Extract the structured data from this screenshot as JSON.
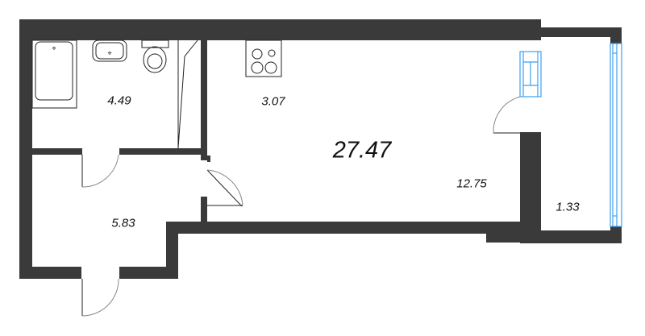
{
  "plan": {
    "total_area": "27.47",
    "rooms": [
      {
        "name": "bathroom",
        "area": "4.49"
      },
      {
        "name": "kitchen-zone",
        "area": "3.07"
      },
      {
        "name": "living-room",
        "area": "12.75"
      },
      {
        "name": "hallway",
        "area": "5.83"
      },
      {
        "name": "balcony",
        "area": "1.33"
      }
    ],
    "fixtures": [
      "bathtub",
      "washbasin",
      "toilet",
      "shower-screen",
      "cooktop",
      "window",
      "balcony-glazing"
    ],
    "colors": {
      "wall": "#3a3a3a",
      "glazing": "#3b9ff0",
      "background": "#ffffff"
    }
  }
}
